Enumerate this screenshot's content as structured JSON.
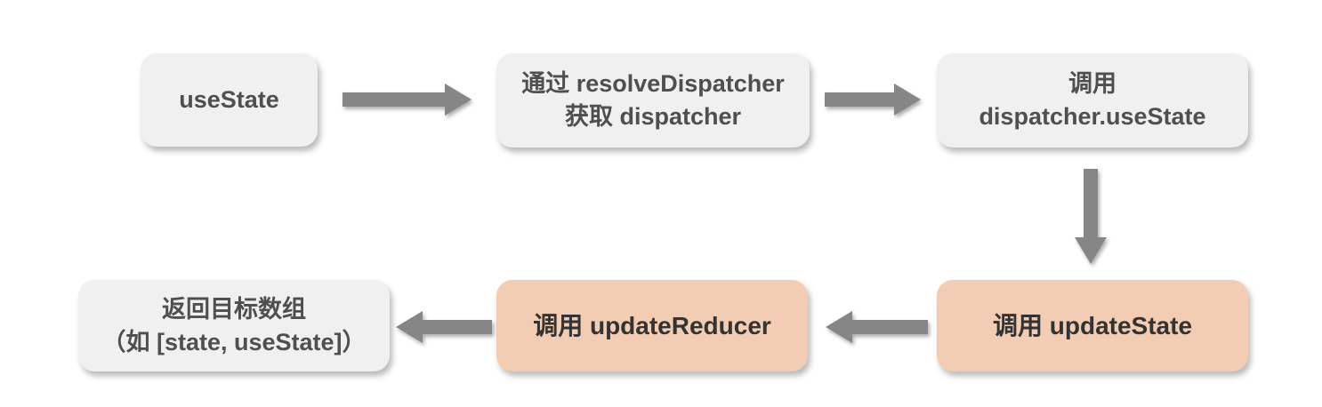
{
  "colors": {
    "background": "#ffffff",
    "box_gray_bg": "#f0f0f0",
    "box_peach_bg": "#f3cdb3",
    "box_text_gray": "#4f4f4f",
    "box_text_dark": "#333333",
    "arrow": "#868686"
  },
  "nodes": [
    {
      "id": "usestate",
      "variant": "gray",
      "lines": [
        "useState"
      ]
    },
    {
      "id": "resolve-dispatcher",
      "variant": "gray",
      "lines": [
        "通过 resolveDispatcher",
        "获取 dispatcher"
      ]
    },
    {
      "id": "call-dispatcher-usestate",
      "variant": "gray",
      "lines": [
        "调用",
        "dispatcher.useState"
      ]
    },
    {
      "id": "call-updatestate",
      "variant": "peach",
      "lines": [
        "调用 updateState"
      ]
    },
    {
      "id": "call-updatereducer",
      "variant": "peach",
      "lines": [
        "调用 updateReducer"
      ]
    },
    {
      "id": "return-target-array",
      "variant": "gray",
      "lines": [
        "返回目标数组",
        "（如 [state, useState]）"
      ]
    }
  ],
  "edges": [
    {
      "from": "usestate",
      "to": "resolve-dispatcher",
      "direction": "right"
    },
    {
      "from": "resolve-dispatcher",
      "to": "call-dispatcher-usestate",
      "direction": "right"
    },
    {
      "from": "call-dispatcher-usestate",
      "to": "call-updatestate",
      "direction": "down"
    },
    {
      "from": "call-updatestate",
      "to": "call-updatereducer",
      "direction": "left"
    },
    {
      "from": "call-updatereducer",
      "to": "return-target-array",
      "direction": "left"
    }
  ]
}
